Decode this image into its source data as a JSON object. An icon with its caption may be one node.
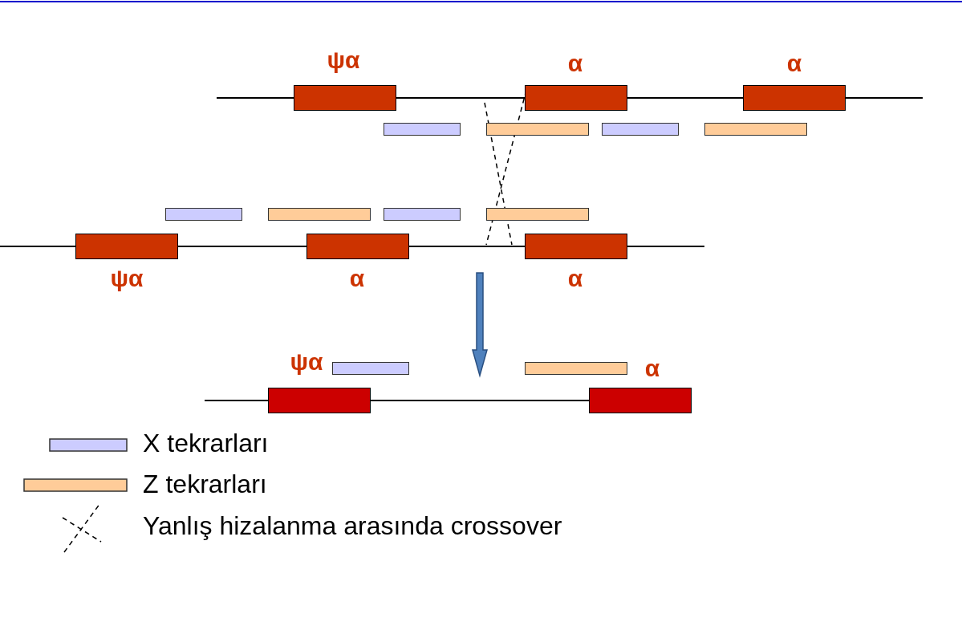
{
  "diagram": {
    "nodes": [
      {
        "text": [
          "ψα"
        ]
      },
      {
        "text": [
          "α"
        ]
      },
      {
        "text": [
          "α"
        ]
      },
      {
        "text": [
          "ψα"
        ]
      },
      {
        "text": [
          "α"
        ]
      },
      {
        "text": [
          "α"
        ]
      },
      {
        "text": [
          "ψα"
        ]
      },
      {
        "text": [
          "α"
        ]
      },
      {
        "text": [],
        "shape": "bar"
      },
      {
        "text": [],
        "shape": "bar"
      },
      {
        "text": [],
        "shape": "bar"
      },
      {
        "text": [],
        "shape": "bar"
      },
      {
        "text": [],
        "shape": "bar"
      },
      {
        "text": [],
        "shape": "bar"
      },
      {
        "text": [],
        "shape": "bar"
      },
      {
        "text": [],
        "shape": "bar"
      },
      {
        "text": [],
        "shape": "bar"
      },
      {
        "text": [],
        "shape": "bar"
      }
    ],
    "legend": [
      {
        "text": "X tekrarları",
        "color": "#ccccff"
      },
      {
        "text": "Z tekrarları",
        "color": "#ffcc99"
      },
      {
        "text": "Yanlış hizalanma arasında crossover"
      }
    ]
  }
}
